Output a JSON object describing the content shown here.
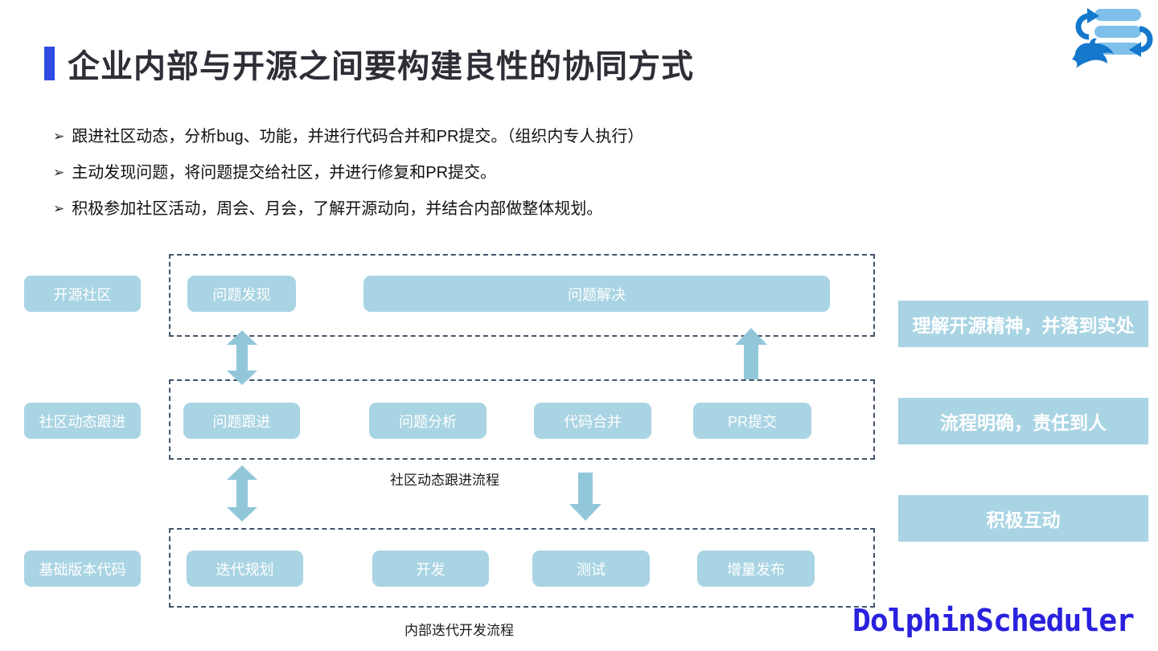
{
  "slide": {
    "title": "企业内部与开源之间要构建良性的协同方式",
    "accent_color": "#2e4ce4"
  },
  "bullets": [
    {
      "marker": "➢",
      "text": "跟进社区动态，分析bug、功能，并进行代码合并和PR提交。（组织内专人执行）"
    },
    {
      "marker": "➢",
      "text": "主动发现问题，将问题提交给社区，并进行修复和PR提交。"
    },
    {
      "marker": "➢",
      "text": "积极参加社区活动，周会、月会，了解开源动向，并结合内部做整体规划。"
    }
  ],
  "diagram": {
    "row_labels": [
      "开源社区",
      "社区动态跟进",
      "基础版本代码"
    ],
    "rows": [
      {
        "boxes": [
          "问题发现",
          "问题解决"
        ]
      },
      {
        "boxes": [
          "问题跟进",
          "问题分析",
          "代码合并",
          "PR提交"
        ],
        "caption": "社区动态跟进流程"
      },
      {
        "boxes": [
          "迭代规划",
          "开发",
          "测试",
          "增量发布"
        ],
        "caption": "内部迭代开发流程"
      }
    ],
    "colors": {
      "box_fill": "#a9d4e3",
      "arrow_fill": "#92c7da",
      "dashed_border": "#44546a"
    }
  },
  "takeaways": [
    "理解开源精神，并落到实处",
    "流程明确，责任到人",
    "积极互动"
  ],
  "branding": {
    "logo": "dolphinscheduler-logo",
    "wordmark": "DolphinScheduler",
    "wordmark_color": "#2a21dd"
  }
}
